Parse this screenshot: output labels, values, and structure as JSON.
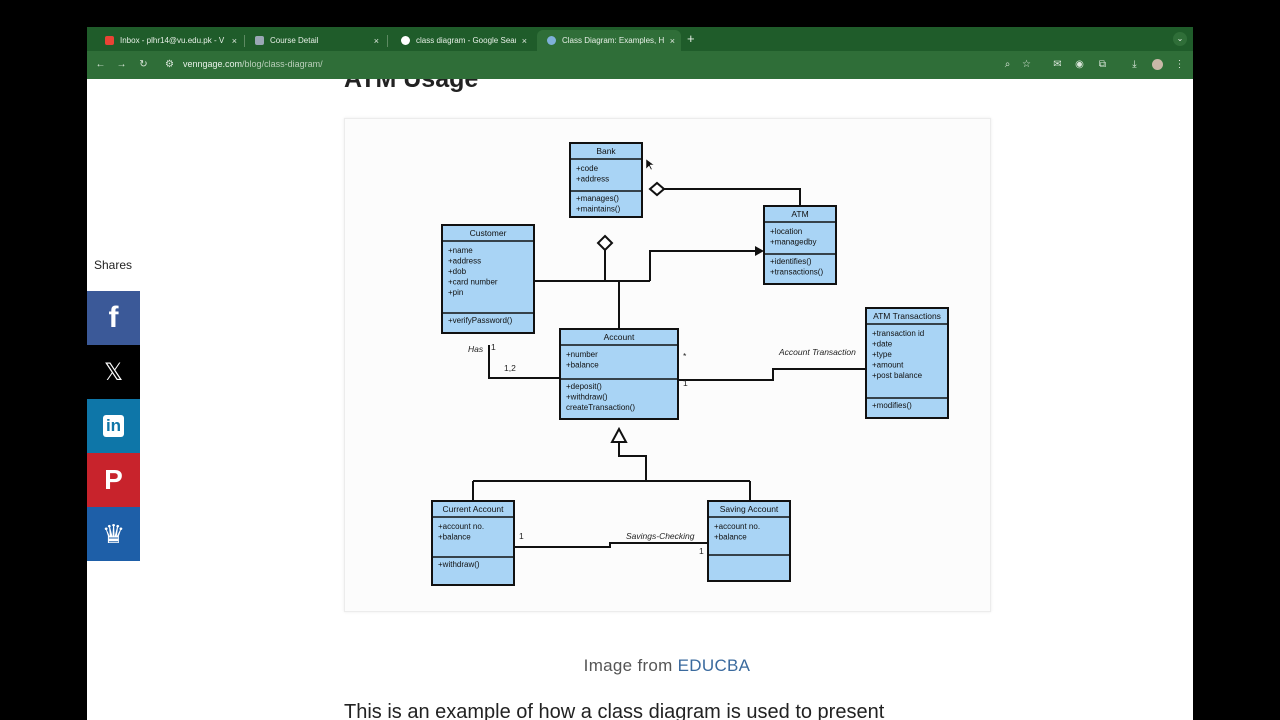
{
  "tabs": [
    {
      "title": "Inbox - plhr14@vu.edu.pk - V",
      "close": "×",
      "active": false
    },
    {
      "title": "Course Detail",
      "close": "×",
      "active": false
    },
    {
      "title": "class diagram - Google Searc",
      "close": "×",
      "active": false
    },
    {
      "title": "Class Diagram: Examples, Ho",
      "close": "×",
      "active": true
    }
  ],
  "new_tab": "+",
  "tab_menu": "⌄",
  "address": {
    "host": "venngage.com",
    "path": "/blog/class-diagram/"
  },
  "page": {
    "heading": "ATM Usage",
    "caption_prefix": "Image from ",
    "caption_link": "EDUCBA",
    "body_text": "This is an example of how a class diagram is used to present",
    "shares_label": "Shares"
  },
  "share_buttons": [
    {
      "name": "facebook",
      "glyph": "f",
      "color": "#3b5998"
    },
    {
      "name": "x",
      "glyph": "𝕏",
      "color": "#000000"
    },
    {
      "name": "linkedin",
      "glyph": "in",
      "color": "#0e76a8"
    },
    {
      "name": "pinterest",
      "glyph": "P",
      "color": "#c8232c"
    },
    {
      "name": "sumo",
      "glyph": "♛",
      "color": "#1e5fa8"
    }
  ],
  "diagram": {
    "bank": {
      "title": "Bank",
      "attrs": [
        "+code",
        "+address"
      ],
      "ops": [
        "+manages()",
        "+maintains()"
      ]
    },
    "atm": {
      "title": "ATM",
      "attrs": [
        "+location",
        "+managedby"
      ],
      "ops": [
        "+identifies()",
        "+transactions()"
      ]
    },
    "customer": {
      "title": "Customer",
      "attrs": [
        "+name",
        "+address",
        "+dob",
        "+card number",
        "+pin"
      ],
      "ops": [
        "+verifyPassword()"
      ]
    },
    "account": {
      "title": "Account",
      "attrs": [
        "+number",
        "+balance"
      ],
      "ops": [
        "+deposit()",
        "+withdraw()",
        "createTransaction()"
      ]
    },
    "atm_tx": {
      "title": "ATM Transactions",
      "attrs": [
        "+transaction id",
        "+date",
        "+type",
        "+amount",
        "+post balance"
      ],
      "ops": [
        "+modifies()"
      ]
    },
    "current": {
      "title": "Current Account",
      "attrs": [
        "+account no.",
        "+balance"
      ],
      "ops": [
        "+withdraw()"
      ]
    },
    "saving": {
      "title": "Saving Account",
      "attrs": [
        "+account no.",
        "+balance"
      ],
      "ops": []
    },
    "labels": {
      "has": "Has",
      "has_one": "1",
      "has_many": "1,2",
      "acct_tx": "Account Transaction",
      "acct_star": "*",
      "acct_one": "1",
      "savings_checking": "Savings-Checking",
      "sc_left": "1",
      "sc_right": "1"
    }
  },
  "colors": {
    "class_fill": "#a9d4f5",
    "tab_strip": "#1f5c2a",
    "toolbar": "#2f6e38"
  }
}
